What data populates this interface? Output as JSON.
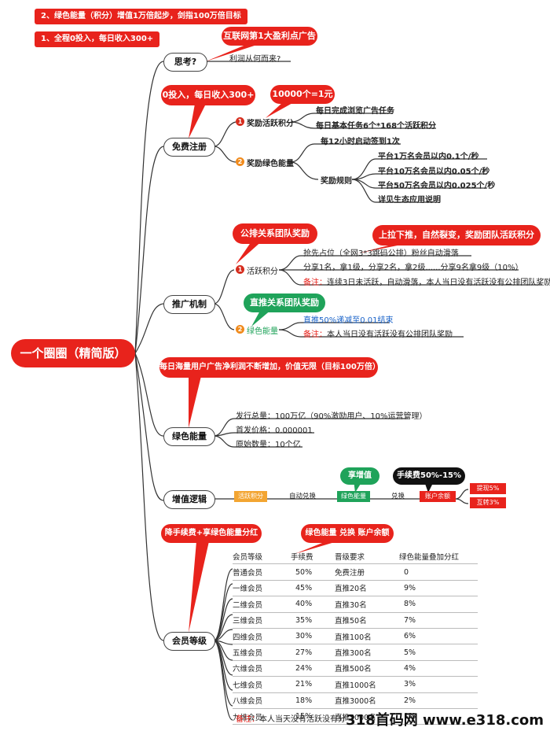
{
  "top_tags": [
    "2、绿色能量（积分）增值1万倍起步，剑指100万倍目标",
    "1、全程0投入，每日收入300+"
  ],
  "root": "一个圈圈（精简版）",
  "think": {
    "title": "思考?",
    "callout": "互联网第1大盈利点广告",
    "question": "利润从何而来?"
  },
  "free": {
    "title": "免费注册",
    "callout": "0投入，每日收入300+",
    "callout2": "10000个=1元",
    "branch1": {
      "num": "1",
      "label": "奖励活跃积分",
      "items": [
        "每日完成浏览广告任务",
        "每日基本任务6个*168个活跃积分"
      ]
    },
    "branch2": {
      "num": "2",
      "label": "奖励绿色能量",
      "sign": "每12小时启动签到1次",
      "rules_label": "奖励规则",
      "rules": [
        "平台1万名会员以内0.1个/秒",
        "平台10万名会员以内0.05个/秒",
        "平台50万名会员以内0.025个/秒",
        "详见生态应用说明"
      ]
    }
  },
  "promo": {
    "title": "推广机制",
    "callout1": "公排关系团队奖励",
    "callout2": "上拉下推，自然裂变，奖励团队活跃积分",
    "callout3": "直推关系团队奖励",
    "branch1": {
      "num": "1",
      "label": "活跃积分",
      "items": [
        "抢先占位（全网3*3跳码公排）粉丝自动滑落",
        "分享1名，拿1级，分享2名，拿2级......分享9名拿9级（10%）"
      ],
      "note_label": "备注：",
      "note": "连续3日未活跃，自动滑落，本人当日没有活跃没有公排团队奖励"
    },
    "branch2": {
      "num": "2",
      "label": "绿色能量",
      "item": "直推50%递减至0.01结束",
      "note_label": "备注：",
      "note": "本人当日没有活跃没有公排团队奖励"
    }
  },
  "green": {
    "title": "绿色能量",
    "callout": "每日海量用户广告净利润不断增加，价值无限（目标100万倍）",
    "items": [
      "发行总量：100万亿（90%激励用户、10%运营管理）",
      "首发价格：0.000001",
      "原始数量：10个亿"
    ]
  },
  "value": {
    "title": "增值逻辑",
    "flow": [
      "活跃积分",
      "自动兑换",
      "绿色能量",
      "兑换",
      "账户余额"
    ],
    "callout_green": "享增值",
    "callout_black": "手续费50%-15%",
    "outs": [
      "提现5%",
      "互转3%"
    ],
    "colors": {
      "orange": "#f3a532",
      "green": "#1fa35a",
      "red": "#e8231c"
    }
  },
  "member": {
    "title": "会员等级",
    "callout1": "降手续费+享绿色能量分红",
    "callout2": "绿色能量 兑换 账户余额",
    "headers": [
      "会员等级",
      "手续费",
      "晋级要求",
      "绿色能量叠加分红"
    ],
    "rows": [
      [
        "普通会员",
        "50%",
        "免费注册",
        "0"
      ],
      [
        "一维会员",
        "45%",
        "直推20名",
        "9%"
      ],
      [
        "二维会员",
        "40%",
        "直推30名",
        "8%"
      ],
      [
        "三维会员",
        "35%",
        "直推50名",
        "7%"
      ],
      [
        "四维会员",
        "30%",
        "直推100名",
        "6%"
      ],
      [
        "五维会员",
        "27%",
        "直推300名",
        "5%"
      ],
      [
        "六维会员",
        "24%",
        "直推500名",
        "4%"
      ],
      [
        "七维会员",
        "21%",
        "直推1000名",
        "3%"
      ],
      [
        "八维会员",
        "18%",
        "直推3000名",
        "2%"
      ],
      [
        "九维会员",
        "15%",
        "直推5000名",
        "1%"
      ]
    ],
    "note_label": "备注：",
    "note": "本人当天没有活跃没有分"
  },
  "watermark": "318首码网 www.e318.com"
}
